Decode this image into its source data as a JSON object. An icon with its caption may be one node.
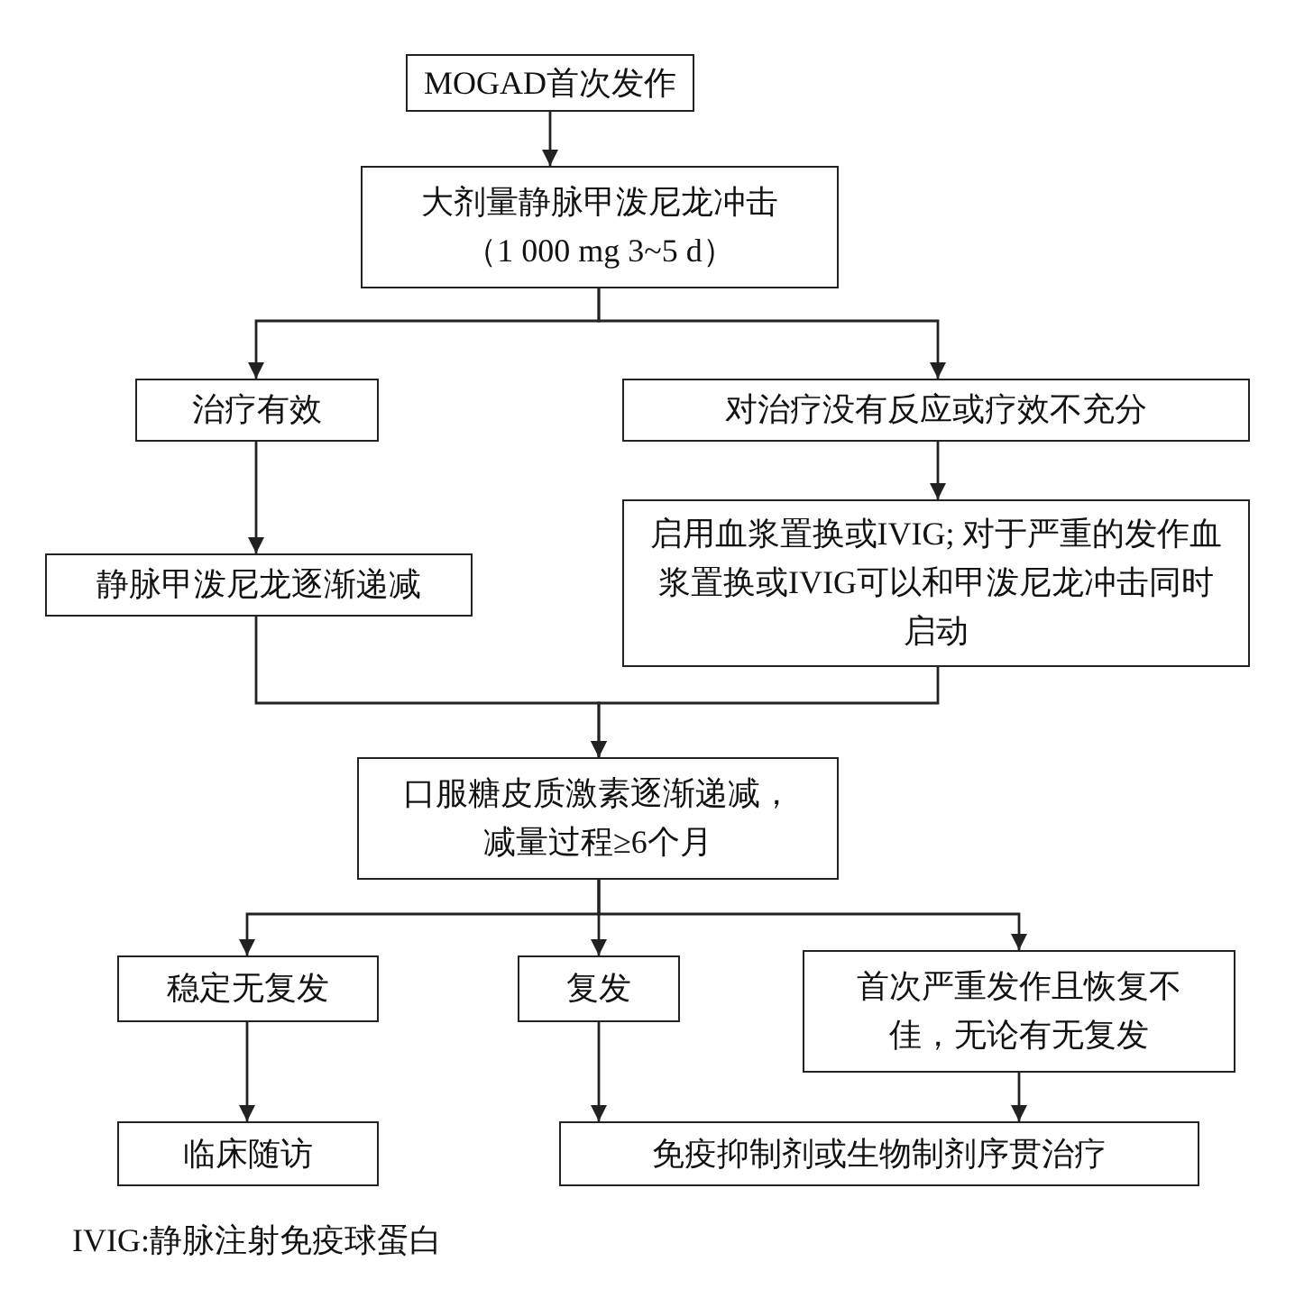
{
  "diagram": {
    "nodes": [
      {
        "text": [
          "MOGAD首次发作"
        ]
      },
      {
        "text": [
          "大剂量静脉甲泼尼龙冲击（1 000 mg 3~5 d）"
        ]
      },
      {
        "text": [
          "治疗有效"
        ]
      },
      {
        "text": [
          "对治疗没有反应或疗效不充分"
        ]
      },
      {
        "text": [
          "静脉甲泼尼龙逐渐递减"
        ]
      },
      {
        "text": [
          "启用血浆置换或IVIG; 对于严重的发作血浆置换或IVIG可以和甲泼尼龙冲击同时启动"
        ]
      },
      {
        "text": [
          "口服糖皮质激素逐渐递减，减量过程≥6个月"
        ]
      },
      {
        "text": [
          "稳定无复发"
        ]
      },
      {
        "text": [
          "复发"
        ]
      },
      {
        "text": [
          "首次严重发作且恢复不佳，无论有无复发"
        ]
      },
      {
        "text": [
          "临床随访"
        ]
      },
      {
        "text": [
          "免疫抑制剂或生物制剂序贯治疗"
        ]
      }
    ],
    "edges": [
      {
        "from": 0,
        "to": 1,
        "arrow": "to"
      },
      {
        "from": 1,
        "to": 2,
        "arrow": "to"
      },
      {
        "from": 1,
        "to": 3,
        "arrow": "to"
      },
      {
        "from": 2,
        "to": 4,
        "arrow": "to"
      },
      {
        "from": 3,
        "to": 5,
        "arrow": "to"
      },
      {
        "from": 4,
        "to": 6,
        "arrow": "to"
      },
      {
        "from": 5,
        "to": 6,
        "arrow": "to"
      },
      {
        "from": 6,
        "to": 7,
        "arrow": "to"
      },
      {
        "from": 6,
        "to": 8,
        "arrow": "to"
      },
      {
        "from": 6,
        "to": 9,
        "arrow": "to"
      },
      {
        "from": 7,
        "to": 10,
        "arrow": "to"
      },
      {
        "from": 8,
        "to": 11,
        "arrow": "to"
      },
      {
        "from": 9,
        "to": 11,
        "arrow": "to"
      }
    ],
    "labels": [
      "IVIG:静脉注射免疫球蛋白"
    ]
  }
}
